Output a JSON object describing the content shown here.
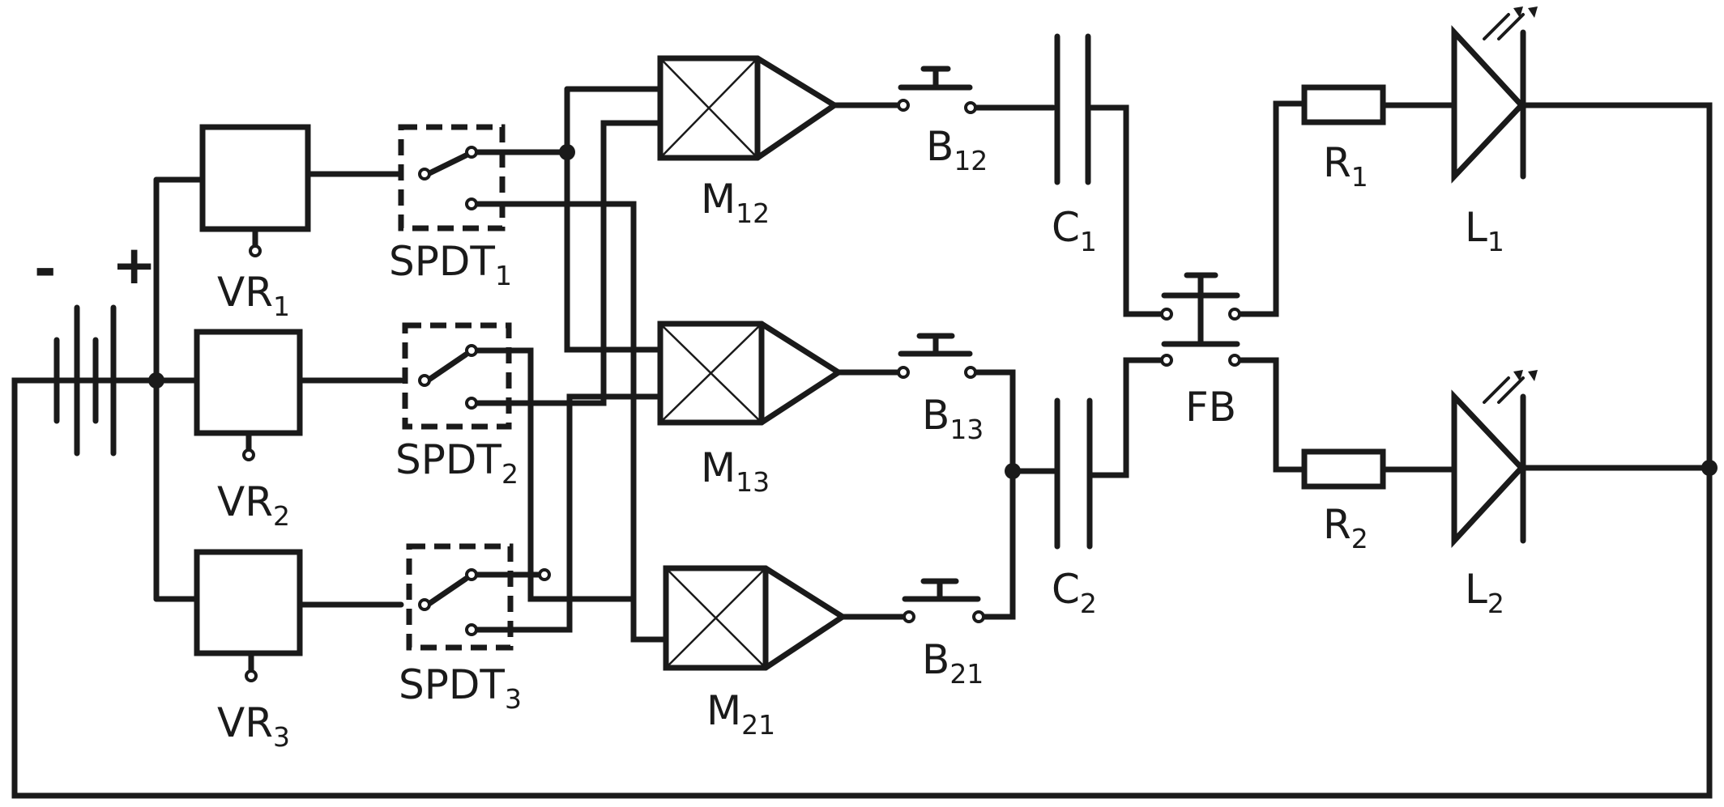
{
  "battery": {
    "minus": "-",
    "plus": "+"
  },
  "regulators": [
    {
      "base": "VR",
      "sub": "1"
    },
    {
      "base": "VR",
      "sub": "2"
    },
    {
      "base": "VR",
      "sub": "3"
    }
  ],
  "switches": [
    {
      "base": "SPDT",
      "sub": "1"
    },
    {
      "base": "SPDT",
      "sub": "2"
    },
    {
      "base": "SPDT",
      "sub": "3"
    }
  ],
  "modules": [
    {
      "base": "M",
      "sub": "12"
    },
    {
      "base": "M",
      "sub": "13"
    },
    {
      "base": "M",
      "sub": "21"
    }
  ],
  "buttons": [
    {
      "base": "B",
      "sub": "12"
    },
    {
      "base": "B",
      "sub": "13"
    },
    {
      "base": "B",
      "sub": "21"
    }
  ],
  "capacitors": [
    {
      "base": "C",
      "sub": "1"
    },
    {
      "base": "C",
      "sub": "2"
    }
  ],
  "feedback_switch": {
    "label": "FB"
  },
  "resistors": [
    {
      "base": "R",
      "sub": "1"
    },
    {
      "base": "R",
      "sub": "2"
    }
  ],
  "leds": [
    {
      "base": "L",
      "sub": "1"
    },
    {
      "base": "L",
      "sub": "2"
    }
  ]
}
